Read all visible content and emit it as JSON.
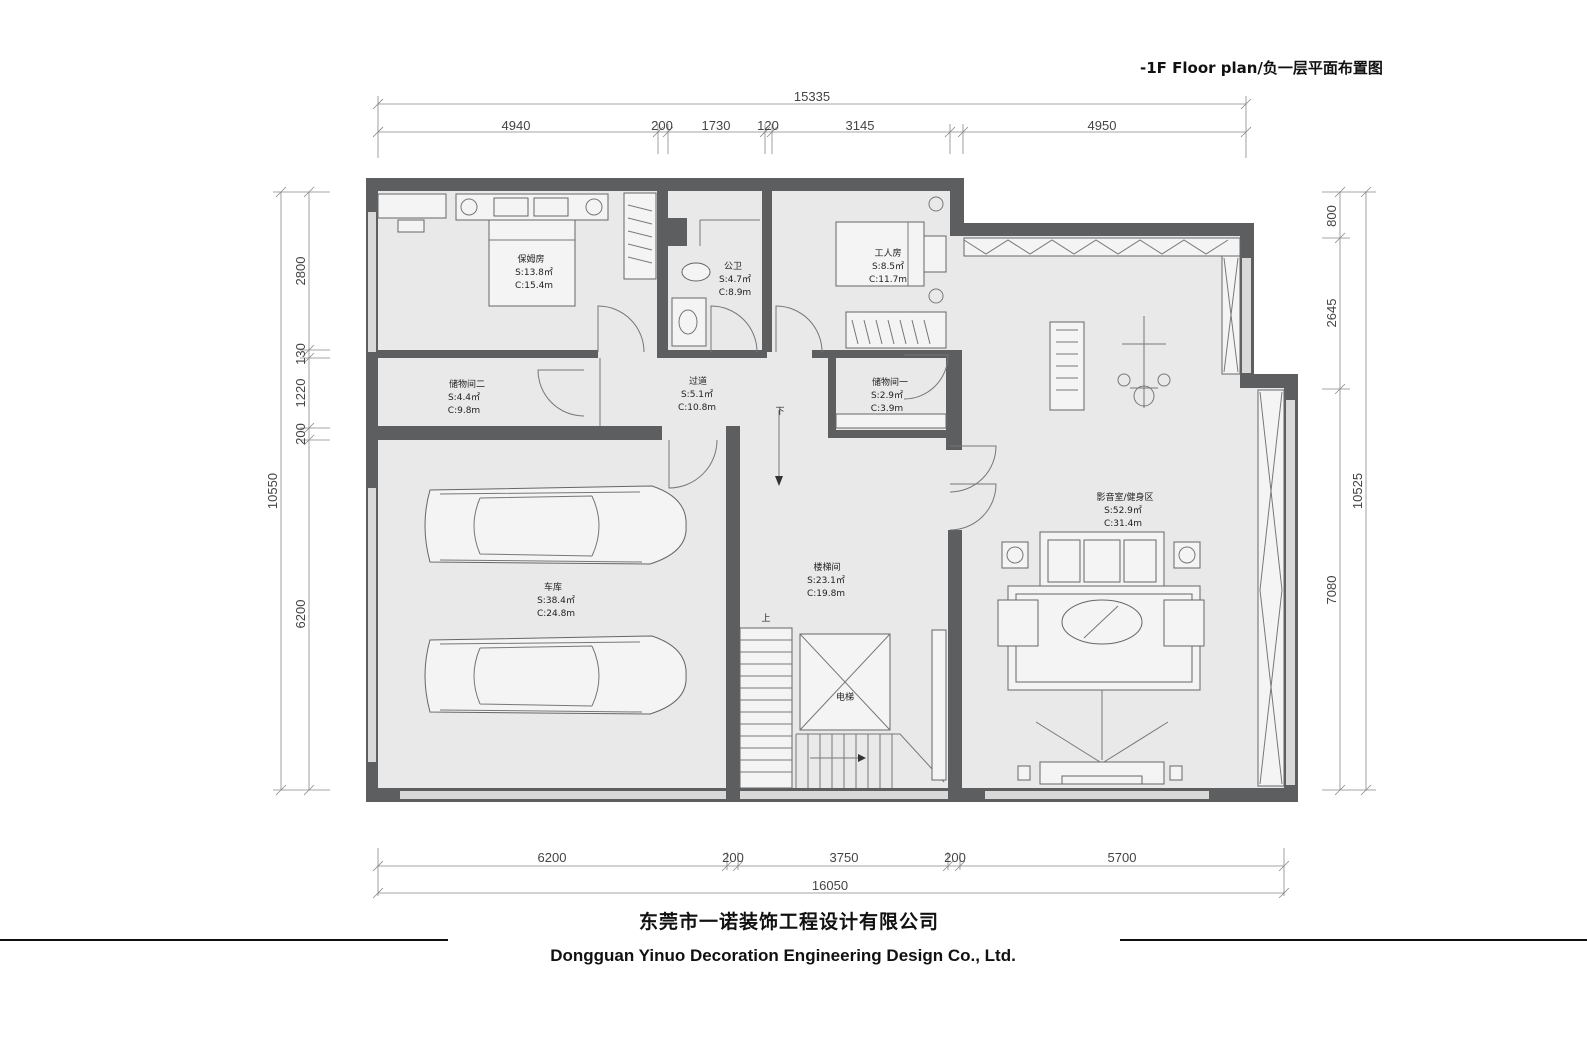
{
  "title": "-1F Floor plan/负一层平面布置图",
  "company_cn": "东莞市一诺装饰工程设计有限公司",
  "company_en": "Dongguan Yinuo Decoration Engineering Design Co., Ltd.",
  "dims_top_total": "15335",
  "dims_top": [
    "4940",
    "200",
    "1730",
    "120",
    "3145",
    "4950"
  ],
  "dims_bottom": [
    "6200",
    "200",
    "3750",
    "200",
    "5700"
  ],
  "dims_bottom_total": "16050",
  "dims_left": [
    "2800",
    "130",
    "1220",
    "200",
    "6200"
  ],
  "dims_left_total": "10550",
  "dims_right": [
    "800",
    "2645",
    "7080"
  ],
  "dims_right_total": "10525",
  "rooms": {
    "nanny": {
      "name": "保姆房",
      "area": "S:13.8㎡",
      "perim": "C:15.4m"
    },
    "bath": {
      "name": "公卫",
      "area": "S:4.7㎡",
      "perim": "C:8.9m"
    },
    "worker": {
      "name": "工人房",
      "area": "S:8.5㎡",
      "perim": "C:11.7m"
    },
    "storage2": {
      "name": "储物间二",
      "area": "S:4.4㎡",
      "perim": "C:9.8m"
    },
    "corridor": {
      "name": "过道",
      "area": "S:5.1㎡",
      "perim": "C:10.8m"
    },
    "storage1": {
      "name": "储物间一",
      "area": "S:2.9㎡",
      "perim": "C:3.9m"
    },
    "garage": {
      "name": "车库",
      "area": "S:38.4㎡",
      "perim": "C:24.8m"
    },
    "stair": {
      "name": "楼梯间",
      "area": "S:23.1㎡",
      "perim": "C:19.8m"
    },
    "theater": {
      "name": "影音室/健身区",
      "area": "S:52.9㎡",
      "perim": "C:31.4m"
    },
    "elevator": {
      "name": "电梯"
    }
  },
  "stair_down": "下",
  "stair_up": "上",
  "colors": {
    "wall": "#5c5e60",
    "floor": "#e9e9ea",
    "line": "#777777"
  }
}
